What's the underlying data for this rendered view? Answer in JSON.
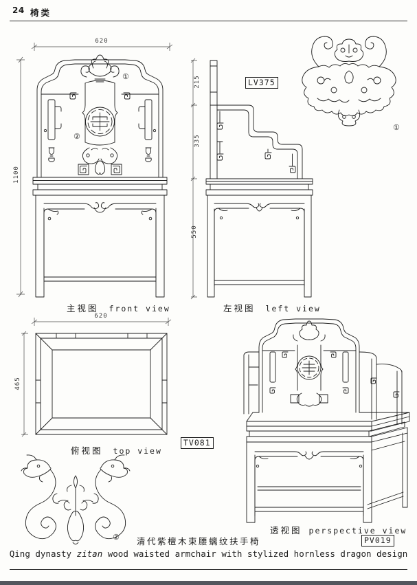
{
  "header": {
    "page_number": "24",
    "category": "椅类"
  },
  "front_view": {
    "label_cn": "主视图",
    "label_en": "front view",
    "dim_width": "620",
    "dim_height": "1100",
    "marker_top": "①",
    "marker_mid": "②"
  },
  "left_view": {
    "label_cn": "左视图",
    "label_en": "left view",
    "dim_back": "215",
    "dim_arm": "335",
    "dim_seat": "550",
    "code": "LV375"
  },
  "top_view": {
    "label_cn": "俯视图",
    "label_en": "top view",
    "dim_width": "620",
    "dim_depth": "465",
    "code": "TV081"
  },
  "perspective_view": {
    "label_cn": "透视图",
    "label_en": "perspective view",
    "code": "PV019"
  },
  "carving_details": {
    "detail_1_marker": "①",
    "detail_2_marker": "②"
  },
  "caption": {
    "cn": "清代紫檀木束腰螭纹扶手椅",
    "en_prefix": "Qing dynasty ",
    "en_italic": "zitan",
    "en_suffix": " wood waisted armchair with stylized hornless dragon design"
  },
  "colors": {
    "line": "#1c1c1c",
    "dimension": "#4a4a4a",
    "paper": "#fdfdfb",
    "footer_band": "#53575e"
  }
}
